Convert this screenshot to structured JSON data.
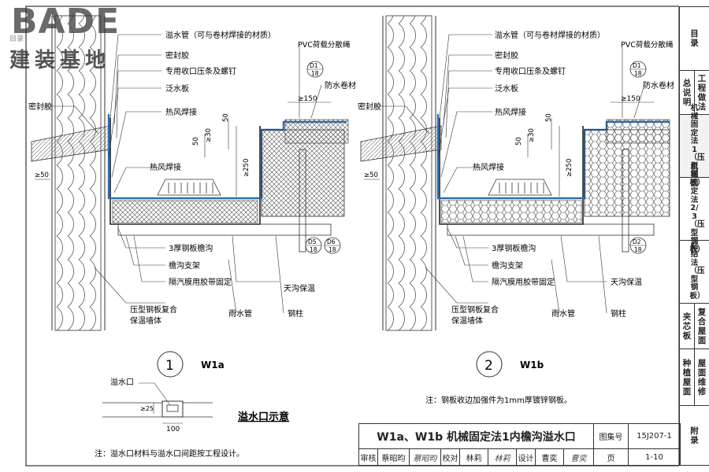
{
  "logo": {
    "brand": "BADE",
    "sub": "目录",
    "cn": "建装基地"
  },
  "tabs": [
    {
      "label": "目录"
    },
    {
      "label": "总说明"
    },
    {
      "label": "工程做法"
    },
    {
      "label": "机械固定法1（压型钢板）"
    },
    {
      "label": "机械固定法2/3（压型钢板）"
    },
    {
      "label": "粘结法（压型钢板）"
    },
    {
      "label": "夹芯板"
    },
    {
      "label": "复合屋面"
    },
    {
      "label": "种植屋面"
    },
    {
      "label": "屋面维修"
    },
    {
      "label": "附录"
    }
  ],
  "left_detail": {
    "labels": {
      "overflow_pipe": "溢水管（可与卷材焊接的材质）",
      "sealant": "密封胶",
      "strip_nail": "专用收口压条及螺钉",
      "flashing": "泛水板",
      "hot_weld": "热风焊接",
      "hot_weld2": "热风焊接",
      "pvc_rope": "PVC荷载分散绳",
      "waterproof": "防水卷材",
      "sealant_left": "密封胶",
      "steel_gutter": "3厚钢板檐沟",
      "gutter_bracket": "檐沟支架",
      "vapor_tape": "隔汽膜用胶带固定",
      "gutter_insul": "天沟保温",
      "wall": "压型钢板复合",
      "wall2": "保温墙体",
      "downpipe": "雨水管",
      "steel_column": "钢柱"
    },
    "dims": {
      "d150": "≥150",
      "d50a": "50",
      "d50b": "50",
      "d30": "≥30",
      "d250": "≥250",
      "d50c": "≥50"
    },
    "refs": [
      {
        "num": "D1",
        "sheet": "18"
      },
      {
        "num": "D5",
        "sheet": "18"
      },
      {
        "num": "D6",
        "sheet": "18"
      }
    ],
    "caption_num": "1",
    "caption_code": "W1a"
  },
  "right_detail": {
    "labels": {
      "overflow_pipe": "溢水管（可与卷材焊接的材质）",
      "sealant": "密封胶",
      "strip_nail": "专用收口压条及螺钉",
      "flashing": "泛水板",
      "hot_weld": "热风焊接",
      "hot_weld2": "热风焊接",
      "pvc_rope": "PVC荷载分散绳",
      "waterproof": "防水卷材",
      "sealant_left": "密封胶",
      "steel_gutter": "3厚钢板檐沟",
      "gutter_bracket": "檐沟支架",
      "vapor_tape": "隔汽膜用胶带固定",
      "gutter_insul": "天沟保温",
      "wall": "压型钢板复合",
      "wall2": "保温墙体",
      "downpipe": "雨水管",
      "steel_column": "钢柱"
    },
    "dims": {
      "d150": "≥150",
      "d50a": "50",
      "d50b": "50",
      "d30": "≥30",
      "d250": "≥250",
      "d50c": "≥50"
    },
    "refs": [
      {
        "num": "D1",
        "sheet": "18"
      },
      {
        "num": "D2",
        "sheet": "18"
      }
    ],
    "caption_num": "2",
    "caption_code": "W1b",
    "note": "注：钢板收边加强件为1mm厚镀锌钢板。"
  },
  "overflow_sketch": {
    "label": "溢水口",
    "dim_side": "≥25",
    "dim_width": "100",
    "title": "溢水口示意",
    "note": "注：溢水口材料与溢水口间距按工程设计。"
  },
  "title_block": {
    "title": "W1a、W1b 机械固定法1内檐沟溢水口",
    "atlas_label": "图集号",
    "atlas_no": "15J207-1",
    "page_label": "页",
    "page_no": "1-10",
    "review_label": "审核",
    "reviewer": "蔡昭昀",
    "review_sign": "蔡昭昀",
    "check_label": "校对",
    "checker": "林莉",
    "check_sign": "林莉",
    "design_label": "设计",
    "designer": "曹奕",
    "design_sign": "曹奕"
  }
}
